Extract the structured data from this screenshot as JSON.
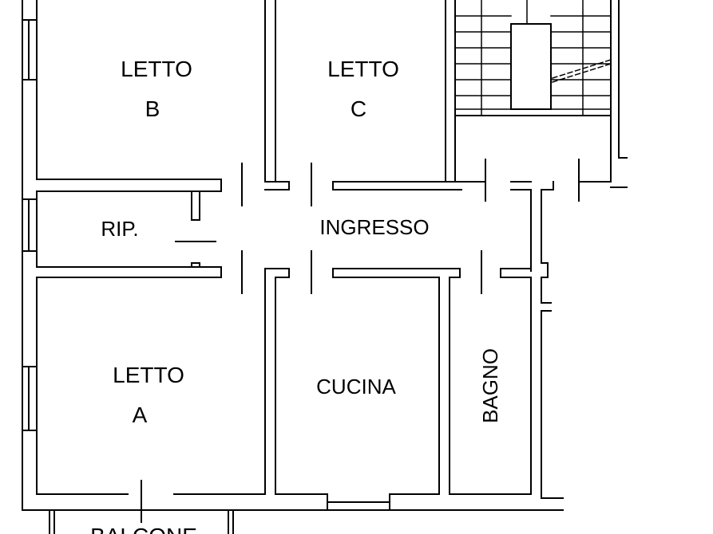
{
  "rooms": {
    "letto_b": {
      "line1": "LETTO",
      "line2": "B"
    },
    "letto_c": {
      "line1": "LETTO",
      "line2": "C"
    },
    "letto_a": {
      "line1": "LETTO",
      "line2": "A"
    },
    "ripostiglio": "RIP.",
    "ingresso": "INGRESSO",
    "cucina": "CUCINA",
    "bagno": "BAGNO",
    "balcone": "BALCONE"
  }
}
